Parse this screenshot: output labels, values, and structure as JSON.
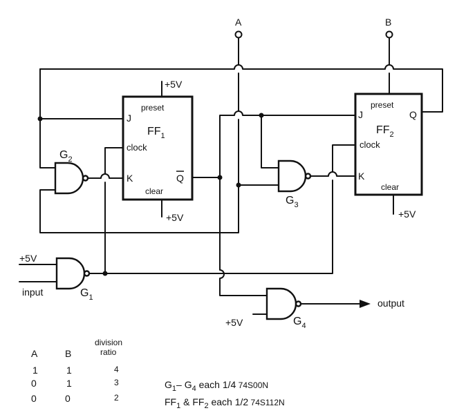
{
  "terminals": {
    "a": "A",
    "b": "B"
  },
  "ff1": {
    "name": "FF",
    "sub": "1",
    "preset": "preset",
    "j": "J",
    "clock": "clock",
    "k": "K",
    "clear": "clear",
    "qbar": "Q",
    "vcc_top": "+5V",
    "vcc_bottom": "+5V"
  },
  "ff2": {
    "name": "FF",
    "sub": "2",
    "preset": "preset",
    "j": "J",
    "q": "Q",
    "clock": "clock",
    "k": "K",
    "clear": "clear",
    "vcc": "+5V"
  },
  "gates": {
    "g1": {
      "name": "G",
      "sub": "1"
    },
    "g2": {
      "name": "G",
      "sub": "2"
    },
    "g3": {
      "name": "G",
      "sub": "3"
    },
    "g4": {
      "name": "G",
      "sub": "4"
    }
  },
  "signals": {
    "vcc_g1": "+5V",
    "input": "input",
    "vcc_g4": "+5V",
    "output": "output"
  },
  "table": {
    "headers": {
      "a": "A",
      "b": "B",
      "ratio_line1": "division",
      "ratio_line2": "ratio"
    },
    "rows": [
      {
        "a": "1",
        "b": "1",
        "ratio": "4"
      },
      {
        "a": "0",
        "b": "1",
        "ratio": "3"
      },
      {
        "a": "0",
        "b": "0",
        "ratio": "2"
      }
    ]
  },
  "notes": {
    "line1": {
      "g": "G",
      "sub_start": "1",
      "sep": "– G",
      "sub_end": "4",
      "text": " each ",
      "frac": "1/4",
      "part": " 74S00N"
    },
    "line2": {
      "ff": "FF",
      "sub_a": "1",
      "amp": " & FF",
      "sub_b": "2",
      "text": " each ",
      "frac": "1/2",
      "part": " 74S112N"
    }
  }
}
